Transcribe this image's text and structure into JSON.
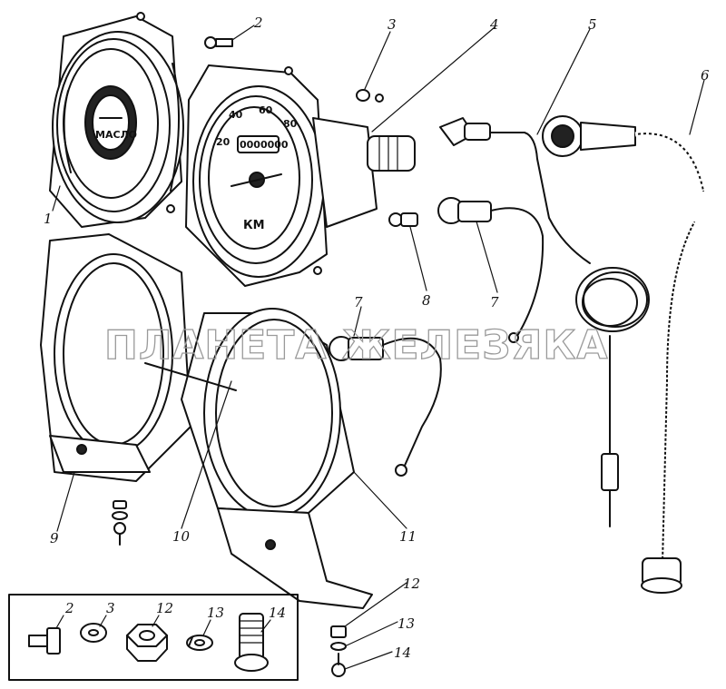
{
  "callouts": [
    {
      "id": "c1",
      "label": "1"
    },
    {
      "id": "c2",
      "label": "2"
    },
    {
      "id": "c3",
      "label": "3"
    },
    {
      "id": "c4",
      "label": "4"
    },
    {
      "id": "c5",
      "label": "5"
    },
    {
      "id": "c6",
      "label": "6"
    },
    {
      "id": "c7a",
      "label": "7"
    },
    {
      "id": "c7b",
      "label": "7"
    },
    {
      "id": "c8",
      "label": "8"
    },
    {
      "id": "c9",
      "label": "9"
    },
    {
      "id": "c10",
      "label": "10"
    },
    {
      "id": "c11",
      "label": "11"
    },
    {
      "id": "c12",
      "label": "12"
    },
    {
      "id": "c13",
      "label": "13"
    },
    {
      "id": "c14",
      "label": "14"
    }
  ],
  "legend_box": {
    "labels": [
      "2",
      "3",
      "12",
      "13",
      "14"
    ]
  },
  "dial_text": {
    "gauge_word": "МАСЛО",
    "odometer": "0000000",
    "km_unit": "КМ",
    "tick_20": "20",
    "tick_40": "40",
    "tick_60": "60",
    "tick_80": "80"
  },
  "watermark": "ПЛАНЕТА ЖЕЛЕЗЯКА"
}
